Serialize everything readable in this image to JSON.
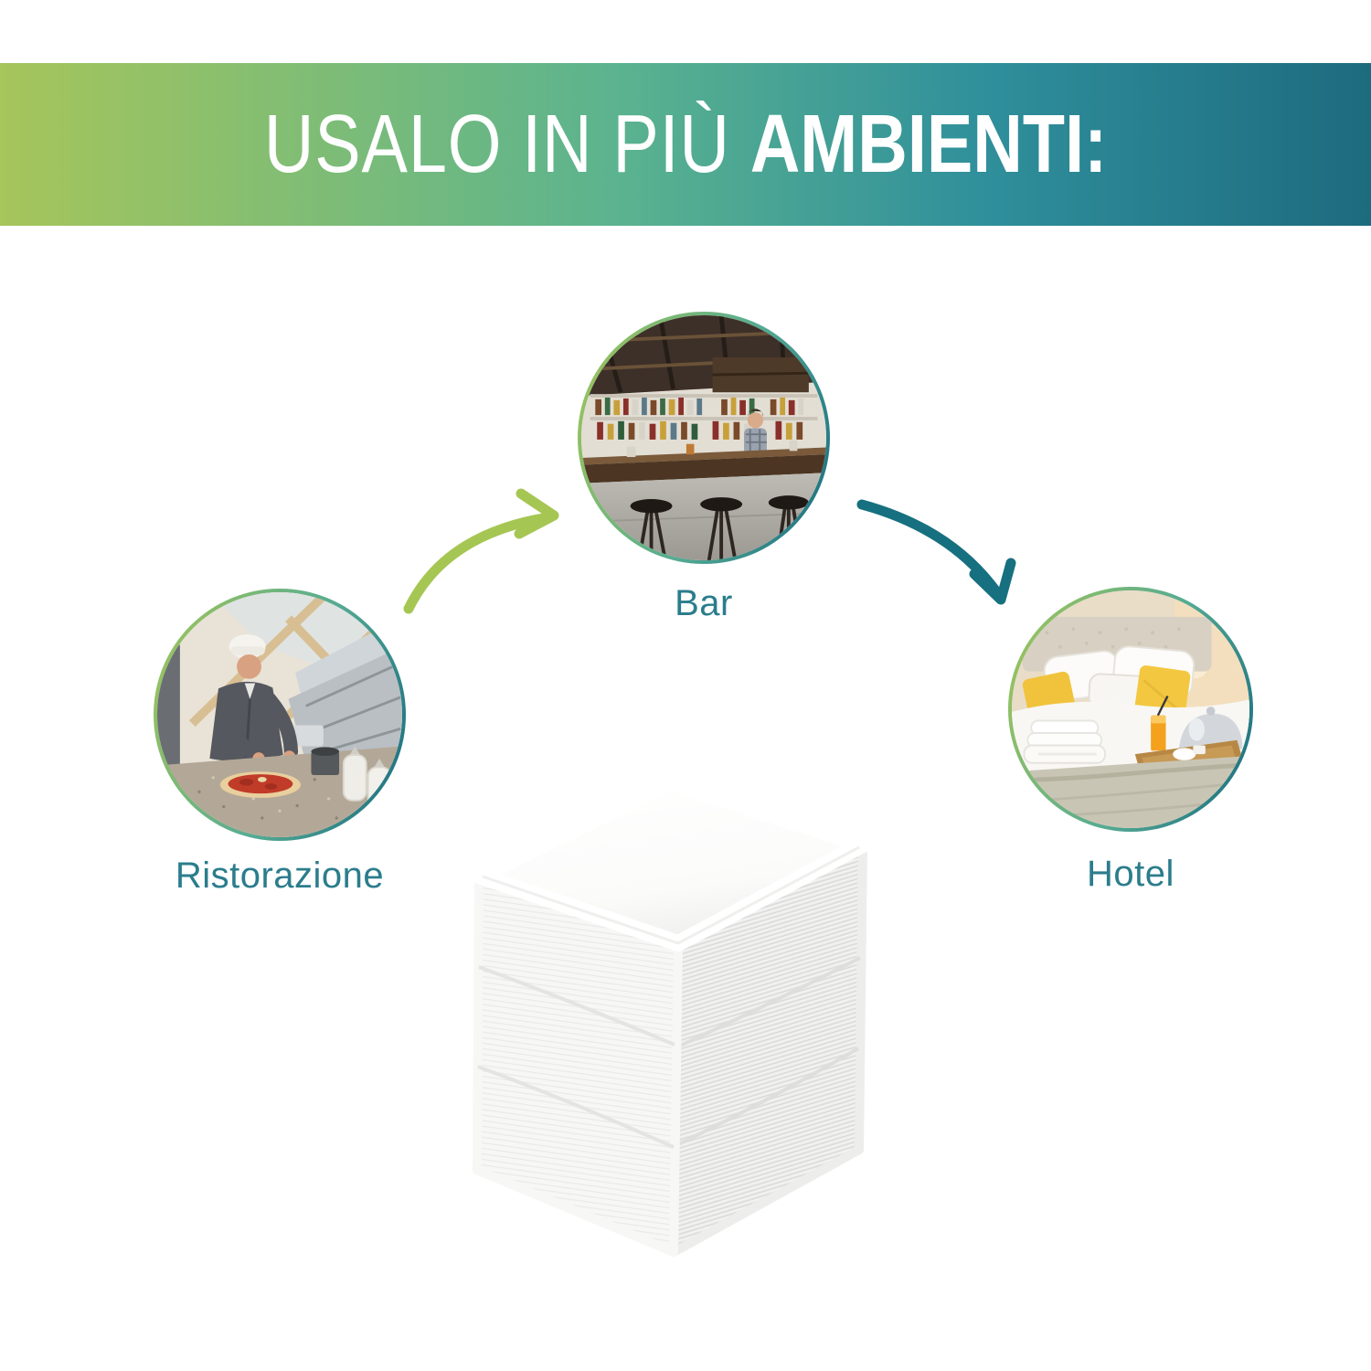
{
  "banner": {
    "title_light": "USALO IN PIÙ",
    "title_bold": "AMBIENTI:",
    "gradient_start": "#a6c55b",
    "gradient_end": "#1d6b7e"
  },
  "environments": {
    "ristorazione": {
      "label": "Ristorazione",
      "image": "chef-preparing-pizza-photo"
    },
    "bar": {
      "label": "Bar",
      "image": "bar-counter-with-stools-photo"
    },
    "hotel": {
      "label": "Hotel",
      "image": "hotel-bed-with-breakfast-tray-photo"
    }
  },
  "product": {
    "image": "white-paper-napkins-stack"
  },
  "icons": {
    "arrow_left_to_center": "curved-arrow-green",
    "arrow_center_to_right": "curved-arrow-teal"
  },
  "colors": {
    "accent_green": "#a6c654",
    "accent_teal": "#17707f",
    "label_teal": "#2b7d8c"
  }
}
